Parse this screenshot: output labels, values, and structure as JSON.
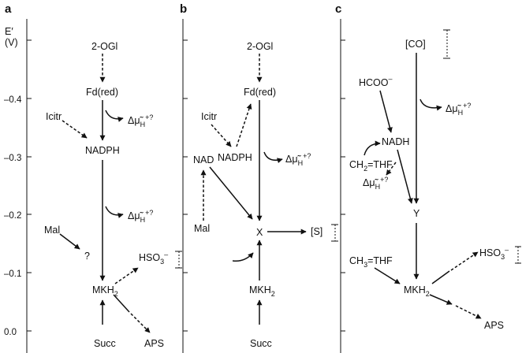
{
  "panels": {
    "a": "a",
    "b": "b",
    "c": "c"
  },
  "axis": {
    "label_line1": "E′",
    "label_line2": "(V)",
    "ticks": [
      "–0.4",
      "–0.3",
      "–0.2",
      "–0.1",
      "0.0"
    ]
  },
  "panel_a": {
    "ogl": "2-OGl",
    "fd": "Fd(red)",
    "icitr": "Icitr",
    "nadph": "NADPH",
    "mal": "Mal",
    "question": "?",
    "mkh": "MKH",
    "mkh_sub": "2",
    "succ": "Succ",
    "aps": "APS",
    "hso3": "HSO",
    "hso3_sub": "3",
    "hso3_sup": "–",
    "pmf1": "Δμ̃",
    "pmf1_sub": "H",
    "pmf1_sup": "+?",
    "pmf2": "Δμ̃",
    "pmf2_sub": "H",
    "pmf2_sup": "+?"
  },
  "panel_b": {
    "ogl": "2-OGl",
    "fd": "Fd(red)",
    "icitr": "Icitr",
    "nad": "NAD",
    "nadph": "NADPH",
    "mal": "Mal",
    "x": "X",
    "s": "[S]",
    "mkh": "MKH",
    "mkh_sub": "2",
    "succ": "Succ",
    "pmf": "Δμ̃",
    "pmf_sub": "H",
    "pmf_sup": "+?"
  },
  "panel_c": {
    "co": "[CO]",
    "hcoo": "HCOO",
    "hcoo_sup": "–",
    "nadh": "NADH",
    "ch2thf": "CH",
    "ch2thf_sub": "2",
    "ch2thf_rest": "=THF",
    "y": "Y",
    "ch3thf": "CH",
    "ch3thf_sub": "3",
    "ch3thf_rest": "=THF",
    "mkh": "MKH",
    "mkh_sub": "2",
    "aps": "APS",
    "hso3": "HSO",
    "hso3_sub": "3",
    "hso3_sup": "–",
    "pmf1": "Δμ̃",
    "pmf1_sub": "H",
    "pmf1_sup": "+?",
    "pmf2": "Δμ̃",
    "pmf2_sub": "H",
    "pmf2_sup": "+?"
  }
}
